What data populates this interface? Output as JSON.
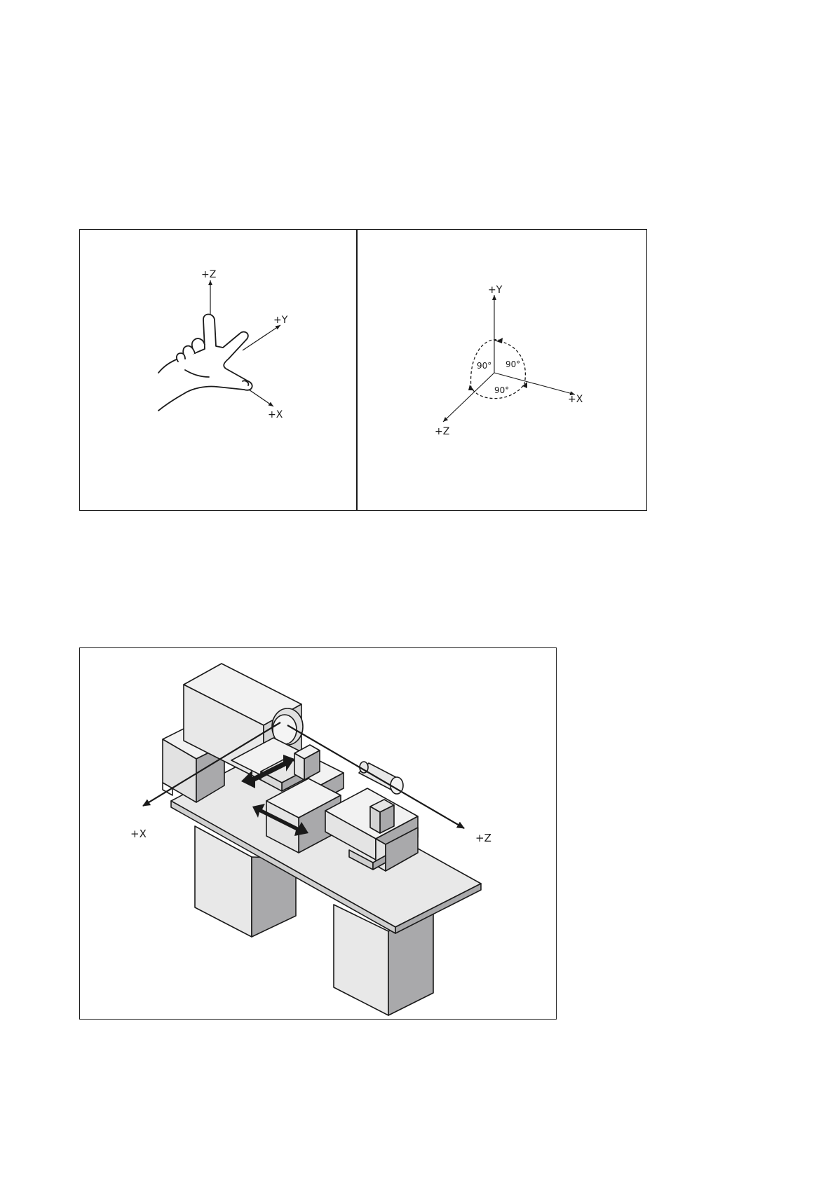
{
  "figure_1": {
    "hand_diagram": {
      "labels": {
        "z": "+Z",
        "y": "+Y",
        "x": "+X"
      }
    },
    "axes_diagram": {
      "labels": {
        "y": "+Y",
        "x": "+X",
        "z": "+Z"
      },
      "angles": {
        "yz": "90°",
        "xy": "90°",
        "xz": "90°"
      }
    }
  },
  "figure_2": {
    "lathe_diagram": {
      "labels": {
        "x": "+X",
        "z": "+Z"
      }
    }
  }
}
